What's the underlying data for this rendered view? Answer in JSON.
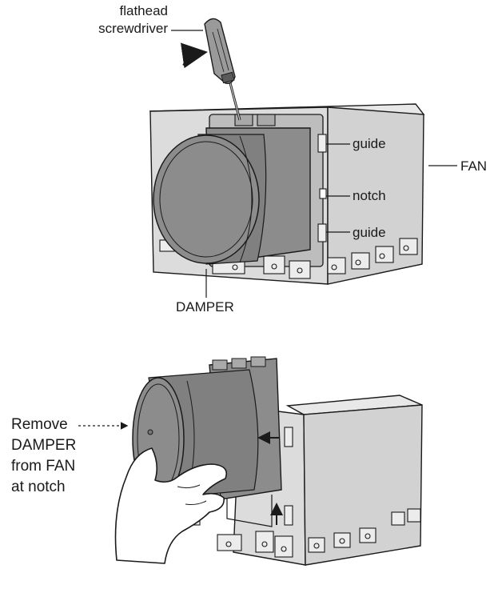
{
  "top_diagram": {
    "labels": {
      "screwdriver_line1": "flathead",
      "screwdriver_line2": "screwdriver",
      "guide_upper": "guide",
      "notch": "notch",
      "guide_lower": "guide",
      "fan": "FAN",
      "damper": "DAMPER"
    }
  },
  "bottom_diagram": {
    "instruction": {
      "line1": "Remove",
      "line2": "DAMPER",
      "line3": "from FAN",
      "line4": "at notch"
    }
  },
  "colors": {
    "outline": "#1a1a1a",
    "box_front": "#dcdcdc",
    "box_top": "#e8e8e8",
    "damper_fill": "#8c8c8c",
    "damper_dark": "#777777",
    "screwdriver_handle": "#9a9a9a",
    "skin": "#ffffff"
  }
}
